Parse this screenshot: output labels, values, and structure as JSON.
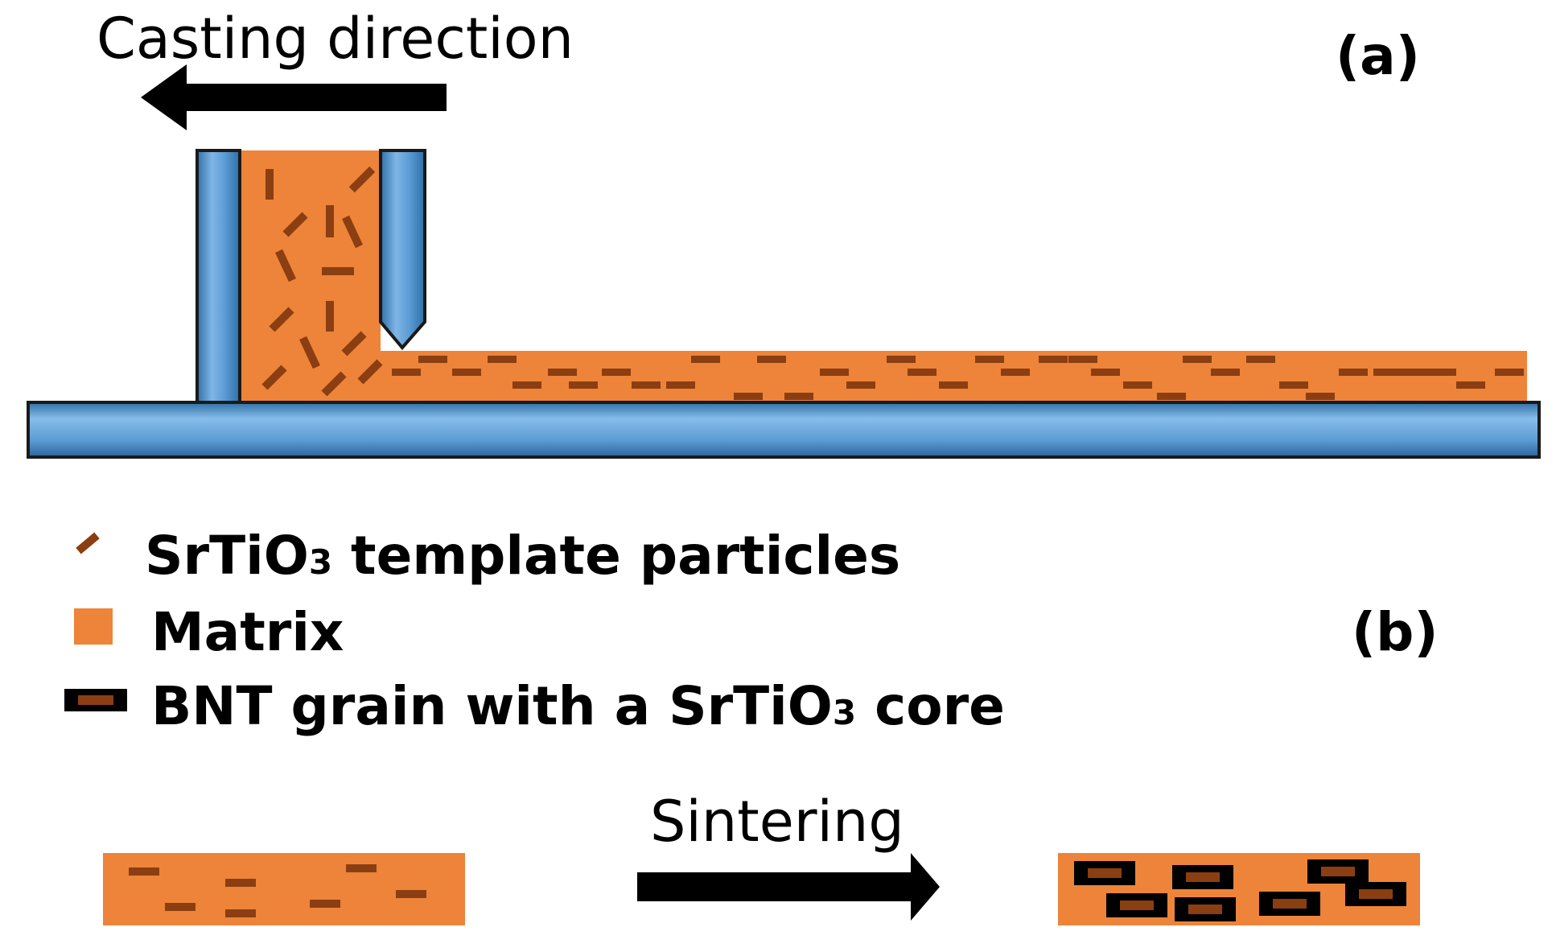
{
  "panel_a": {
    "label": "(a)",
    "casting_label": "Casting direction"
  },
  "panel_b": {
    "label": "(b)",
    "sintering_label": "Sintering"
  },
  "legend": {
    "template": {
      "prefix": "SrTiO",
      "sub": "3",
      "suffix": " template particles"
    },
    "matrix": "Matrix",
    "grain": {
      "prefix": "BNT grain with a SrTiO",
      "sub": "3",
      "suffix": " core"
    }
  },
  "colors": {
    "matrix": "#ED8439",
    "particle": "#8B3E12",
    "blade": "#5B9BD5",
    "blade_dark": "#2E6A9E",
    "outline": "#1a1a1a",
    "arrow": "#000000"
  }
}
